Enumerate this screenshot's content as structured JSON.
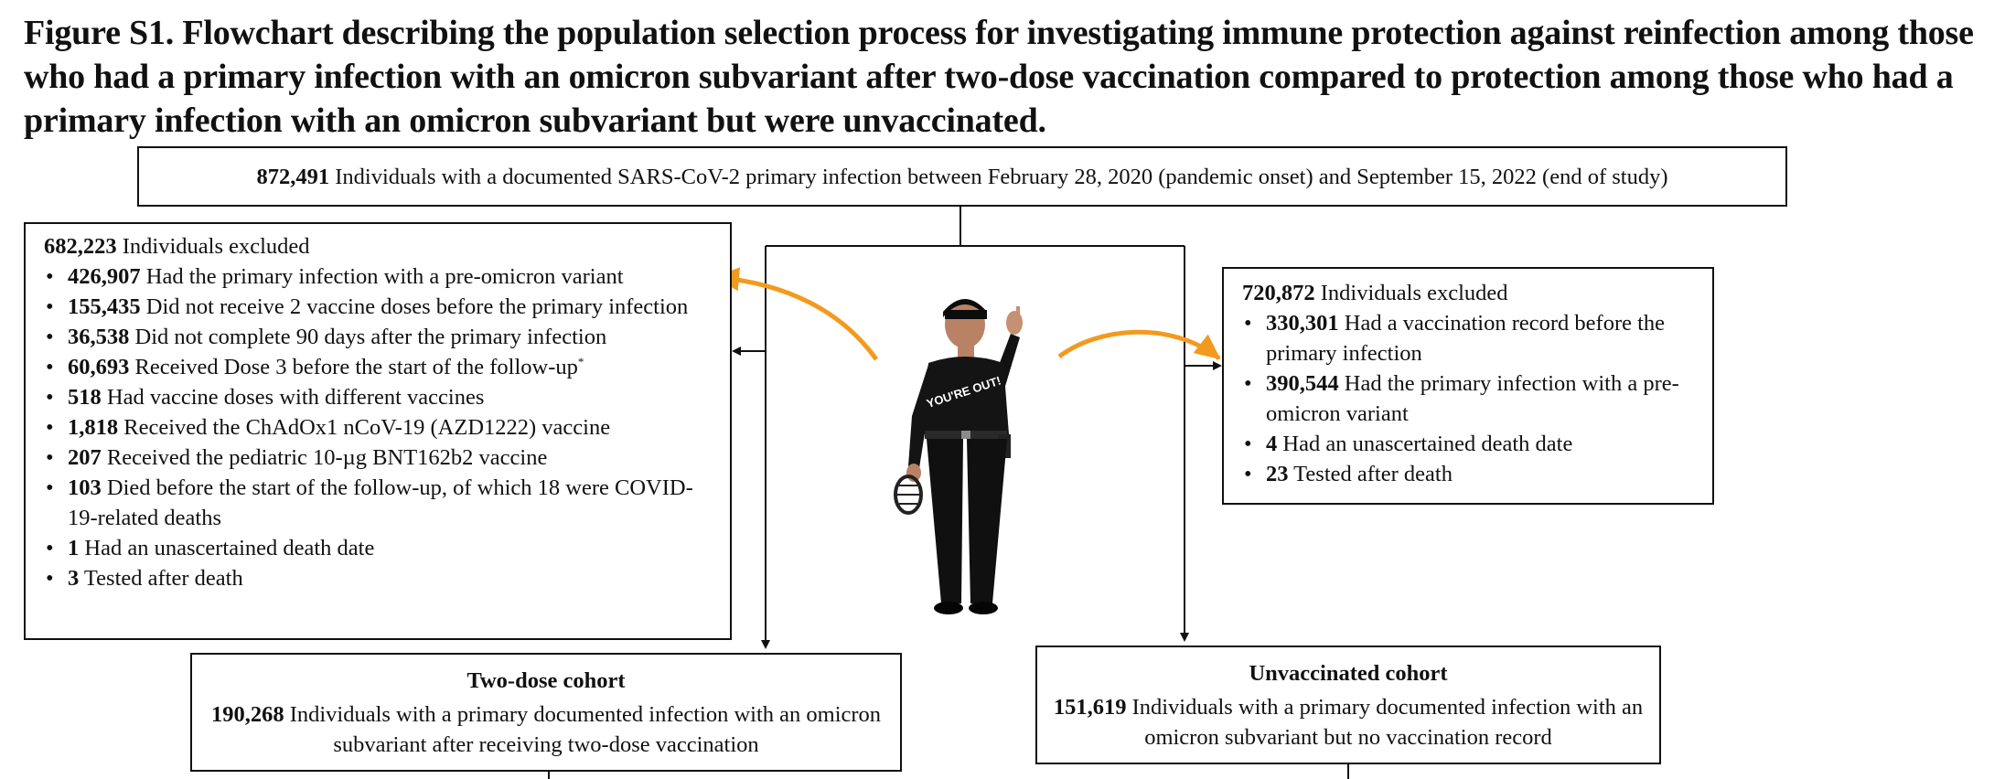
{
  "title": "Figure S1. Flowchart describing the population selection process for investigating immune protection against reinfection among those who had a primary infection with an omicron subvariant after two-dose vaccination compared to protection among those who had a primary infection with an omicron subvariant but were unvaccinated.",
  "top_box": {
    "count": "872,491",
    "text": " Individuals with a documented SARS-CoV-2 primary infection between February 28, 2020 (pandemic onset) and September 15, 2022 (end of study)"
  },
  "left_exclusion": {
    "header_count": "682,223",
    "header_text": " Individuals excluded",
    "items": [
      {
        "count": "426,907",
        "text": " Had the primary infection with a pre-omicron variant"
      },
      {
        "count": "155,435",
        "text": " Did not receive 2 vaccine doses before the primary infection"
      },
      {
        "count": "36,538",
        "text": " Did not complete 90 days after the primary infection"
      },
      {
        "count": "60,693",
        "text": " Received Dose 3 before the start of the follow-up",
        "note": "*"
      },
      {
        "count": "518",
        "text": " Had vaccine doses with different vaccines"
      },
      {
        "count": "1,818",
        "text": " Received the ChAdOx1 nCoV-19 (AZD1222) vaccine"
      },
      {
        "count": "207",
        "text": " Received the pediatric 10-µg BNT162b2 vaccine"
      },
      {
        "count": "103",
        "text": " Died before the start of the follow-up, of which 18 were COVID-19-related deaths"
      },
      {
        "count": "1",
        "text": " Had an unascertained death date"
      },
      {
        "count": "3",
        "text": " Tested after death"
      }
    ]
  },
  "right_exclusion": {
    "header_count": "720,872",
    "header_text": " Individuals excluded",
    "items": [
      {
        "count": "330,301",
        "text": " Had a vaccination record before the primary infection"
      },
      {
        "count": "390,544",
        "text": " Had the primary infection with a pre-omicron variant"
      },
      {
        "count": "4",
        "text": " Had an unascertained death date"
      },
      {
        "count": "23",
        "text": " Tested after death"
      }
    ]
  },
  "two_dose_cohort": {
    "title": "Two-dose cohort",
    "count": "190,268",
    "text": " Individuals with a primary documented infection with an omicron subvariant after receiving two-dose vaccination"
  },
  "unvaccinated_cohort": {
    "title": "Unvaccinated cohort",
    "count": "151,619",
    "text": " Individuals with a primary documented infection with an omicron subvariant but no vaccination record"
  },
  "referee_figure": {
    "shirt_text": "YOU'RE OUT!",
    "icon": "umpire-figure"
  },
  "colors": {
    "accent_arrow": "#F29A1E",
    "line": "#111111"
  }
}
